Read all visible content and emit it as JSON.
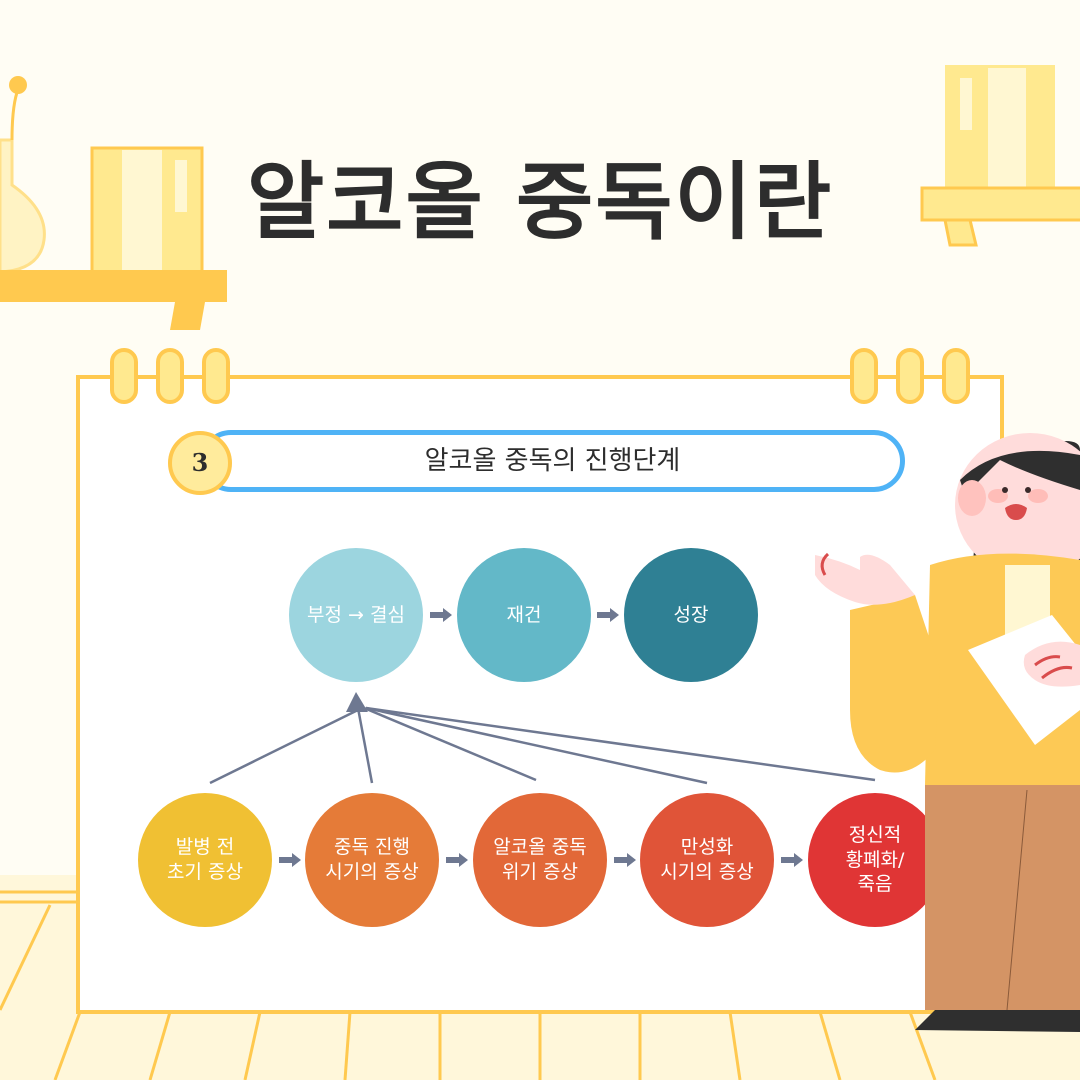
{
  "title": "알코올 중독이란",
  "section": {
    "number": "3",
    "heading": "알코올 중독의 진행단계"
  },
  "recovery_stages": [
    {
      "label": "부정 → 결심",
      "color": "#9CD5DF"
    },
    {
      "label": "재건",
      "color": "#63B8C8"
    },
    {
      "label": "성장",
      "color": "#2F8094"
    }
  ],
  "addiction_stages": [
    {
      "label": "발병 전\n초기 증상",
      "color": "#F0C033"
    },
    {
      "label": "중독 진행\n시기의 증상",
      "color": "#E57B38"
    },
    {
      "label": "알코올 중독\n위기 증상",
      "color": "#E26838"
    },
    {
      "label": "만성화\n시기의 증상",
      "color": "#E05438"
    },
    {
      "label": "정신적\n황폐화/\n죽음",
      "color": "#E03535"
    }
  ],
  "colors": {
    "accent_yellow": "#FFC94F",
    "pill_border": "#4FB3F6",
    "connector": "#6E7891"
  }
}
